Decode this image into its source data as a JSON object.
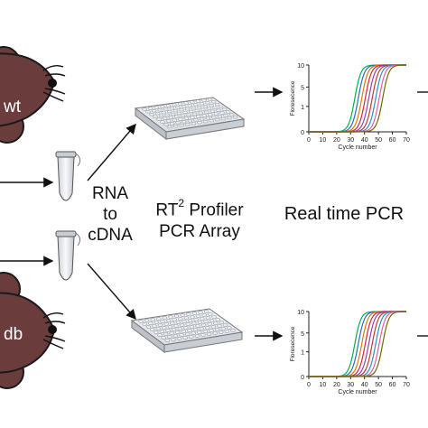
{
  "mice": [
    {
      "label": "wt",
      "color": "#6a3b3b"
    },
    {
      "label": "db",
      "color": "#6a3b3b"
    }
  ],
  "process": {
    "rna_to_cdna": [
      "RNA",
      "to",
      "cDNA"
    ],
    "profiler_line1_prefix": "RT",
    "profiler_superscript": "2",
    "profiler_line1_suffix": "Profiler",
    "profiler_line2": "PCR Array",
    "realtime": "Real time PCR"
  },
  "chart_data": [
    {
      "type": "line",
      "xlabel": "Cycle number",
      "ylabel": "Floresecence",
      "x_ticks": [
        0,
        10,
        20,
        30,
        40,
        50,
        60,
        70
      ],
      "y_ticks": [
        0,
        1,
        5,
        10
      ],
      "xlim": [
        0,
        70
      ],
      "y_scale": "log",
      "series": [
        {
          "midpoint": 33,
          "color": "#00b050"
        },
        {
          "midpoint": 35.5,
          "color": "#2b6cc4"
        },
        {
          "midpoint": 38,
          "color": "#e07a00"
        },
        {
          "midpoint": 40.5,
          "color": "#d6243a"
        },
        {
          "midpoint": 43,
          "color": "#8e44ad"
        },
        {
          "midpoint": 45.5,
          "color": "#c0392b"
        },
        {
          "midpoint": 48,
          "color": "#2c8fc9"
        },
        {
          "midpoint": 50.5,
          "color": "#e85ca0"
        },
        {
          "midpoint": 53,
          "color": "#6b6b00"
        }
      ]
    },
    {
      "type": "line",
      "xlabel": "Cycle number",
      "ylabel": "Floresecence",
      "x_ticks": [
        0,
        10,
        20,
        30,
        40,
        50,
        60,
        70
      ],
      "y_ticks": [
        0,
        1,
        5,
        10
      ],
      "xlim": [
        0,
        70
      ],
      "y_scale": "log",
      "series": [
        {
          "midpoint": 33,
          "color": "#00b050"
        },
        {
          "midpoint": 35.5,
          "color": "#2b6cc4"
        },
        {
          "midpoint": 38,
          "color": "#e07a00"
        },
        {
          "midpoint": 40.5,
          "color": "#d6243a"
        },
        {
          "midpoint": 43,
          "color": "#8e44ad"
        },
        {
          "midpoint": 45.5,
          "color": "#c0392b"
        },
        {
          "midpoint": 48,
          "color": "#2c8fc9"
        },
        {
          "midpoint": 50.5,
          "color": "#e85ca0"
        },
        {
          "midpoint": 53,
          "color": "#6b6b00"
        }
      ]
    }
  ]
}
